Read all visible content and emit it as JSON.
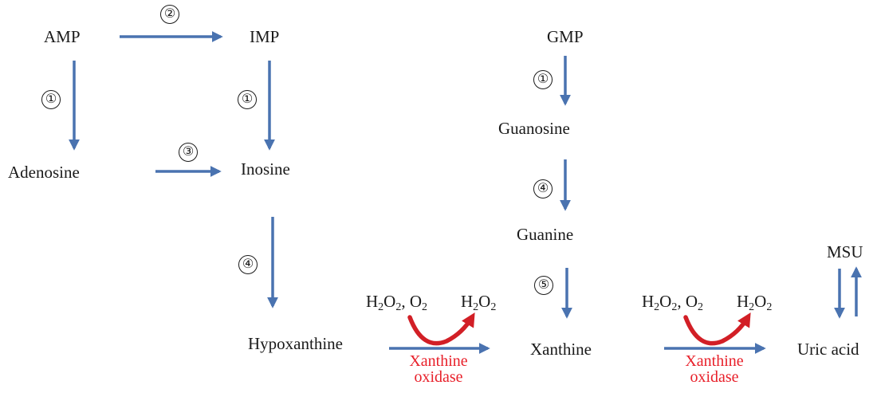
{
  "nodes": {
    "amp": "AMP",
    "imp": "IMP",
    "gmp": "GMP",
    "adenosine": "Adenosine",
    "inosine": "Inosine",
    "guanosine": "Guanosine",
    "guanine": "Guanine",
    "hypoxanthine": "Hypoxanthine",
    "xanthine": "Xanthine",
    "uric_acid": "Uric acid",
    "msu": "MSU"
  },
  "steps": {
    "amp_to_imp": "②",
    "amp_to_adenosine": "①",
    "imp_to_inosine": "①",
    "adenosine_to_inosine": "③",
    "inosine_to_hypoxanthine": "④",
    "gmp_to_guanosine": "①",
    "guanosine_to_guanine": "④",
    "guanine_to_xanthine": "⑤"
  },
  "reaction1": {
    "enzyme_line1": "Xanthine",
    "enzyme_line2": "oxidase",
    "reactants": {
      "a": "H",
      "a_sub": "2",
      "b": "O",
      "b_sub": "2",
      "sep": ", O",
      "sep_sub": "2"
    },
    "products": {
      "a": "H",
      "a_sub": "2",
      "b": "O",
      "b_sub": "2"
    }
  },
  "reaction2": {
    "enzyme_line1": "Xanthine",
    "enzyme_line2": "oxidase",
    "reactants": {
      "a": "H",
      "a_sub": "2",
      "b": "O",
      "b_sub": "2",
      "sep": ", O",
      "sep_sub": "2"
    },
    "products": {
      "a": "H",
      "a_sub": "2",
      "b": "O",
      "b_sub": "2"
    }
  },
  "colors": {
    "arrow": "#4a73b0",
    "enzyme": "#e8202a",
    "curved_arrow": "#d21f26"
  }
}
